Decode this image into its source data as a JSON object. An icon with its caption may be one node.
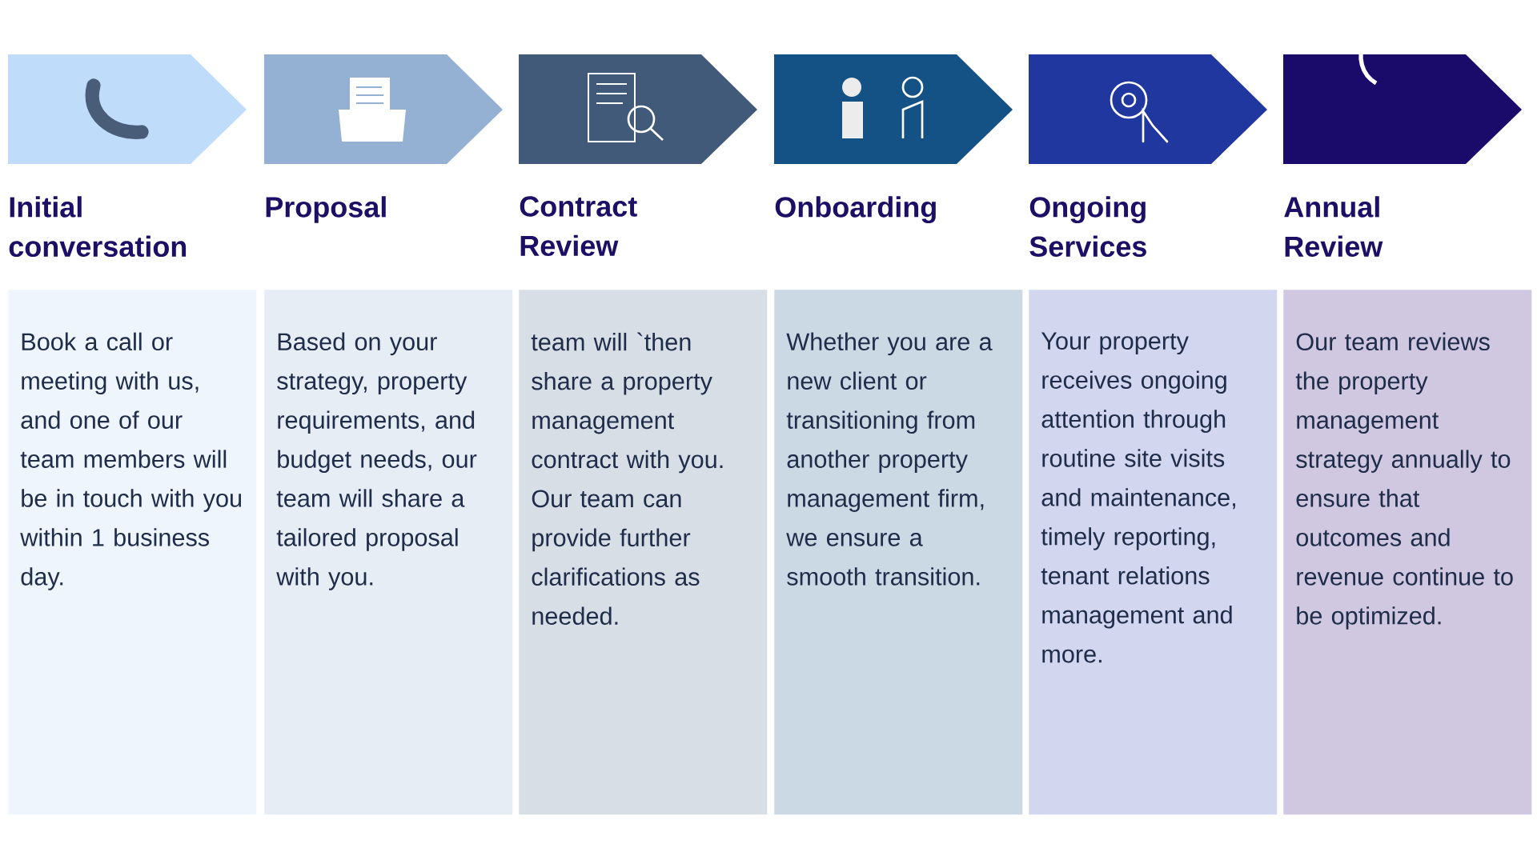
{
  "diagram": {
    "nodes": [
      {
        "text": [
          "Initial conversation",
          "Book a call or meeting with us, and one of our team members will be in touch with you within 1 business day."
        ]
      },
      {
        "text": [
          "Proposal",
          "Based on your strategy, property requirements, and budget needs, our team will share a tailored proposal with you."
        ]
      },
      {
        "text": [
          "Contract Review",
          "team will `then share a property management contract with you. Our team can provide further clarifications as needed."
        ]
      },
      {
        "text": [
          "Onboarding",
          "Whether you are a new client or transitioning from another property management firm, we ensure a smooth transition."
        ]
      },
      {
        "text": [
          "Ongoing Services",
          "Your property receives ongoing attention through routine site visits and maintenance, timely reporting, tenant relations management and more."
        ]
      },
      {
        "text": [
          "Annual Review",
          "Our team reviews the property management strategy annually to ensure that outcomes and revenue continue to be optimized."
        ]
      }
    ]
  }
}
